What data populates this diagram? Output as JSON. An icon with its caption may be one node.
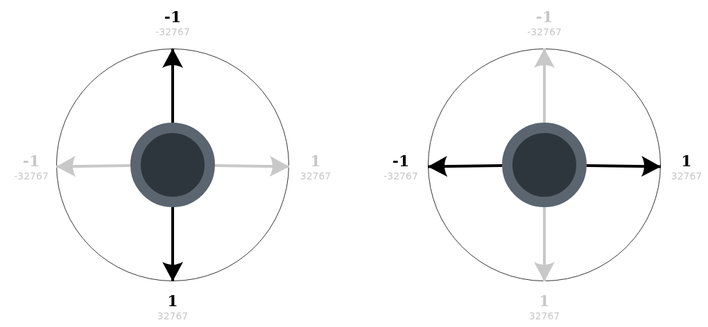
{
  "diagram": {
    "nodes": [
      {
        "text": [],
        "shape": "circle"
      },
      {
        "text": [],
        "shape": "circle",
        "in": 0
      },
      {
        "text": [
          "-1",
          "-32767"
        ]
      },
      {
        "text": [
          "-1",
          "-32767"
        ]
      },
      {
        "text": [
          "1",
          "32767"
        ]
      },
      {
        "text": [
          "1",
          "32767"
        ]
      },
      {
        "text": [],
        "shape": "circle"
      },
      {
        "text": [],
        "shape": "circle",
        "in": 6
      },
      {
        "text": [
          "-1",
          "-32767"
        ]
      },
      {
        "text": [
          "-1",
          "-32767"
        ]
      },
      {
        "text": [
          "1",
          "32767"
        ]
      },
      {
        "text": [
          "1",
          "32767"
        ]
      }
    ],
    "edges": [
      {
        "from": 1,
        "to": 2,
        "arrow": "to"
      },
      {
        "from": 1,
        "to": 3,
        "arrow": "to",
        "color": "#c8c8c8"
      },
      {
        "from": 1,
        "to": 4,
        "arrow": "to",
        "color": "#c8c8c8"
      },
      {
        "from": 1,
        "to": 5,
        "arrow": "to"
      },
      {
        "from": 7,
        "to": 8,
        "arrow": "to",
        "color": "#c8c8c8"
      },
      {
        "from": 7,
        "to": 9,
        "arrow": "to"
      },
      {
        "from": 7,
        "to": 10,
        "arrow": "to"
      },
      {
        "from": 7,
        "to": 11,
        "arrow": "to",
        "color": "#c8c8c8"
      }
    ]
  }
}
